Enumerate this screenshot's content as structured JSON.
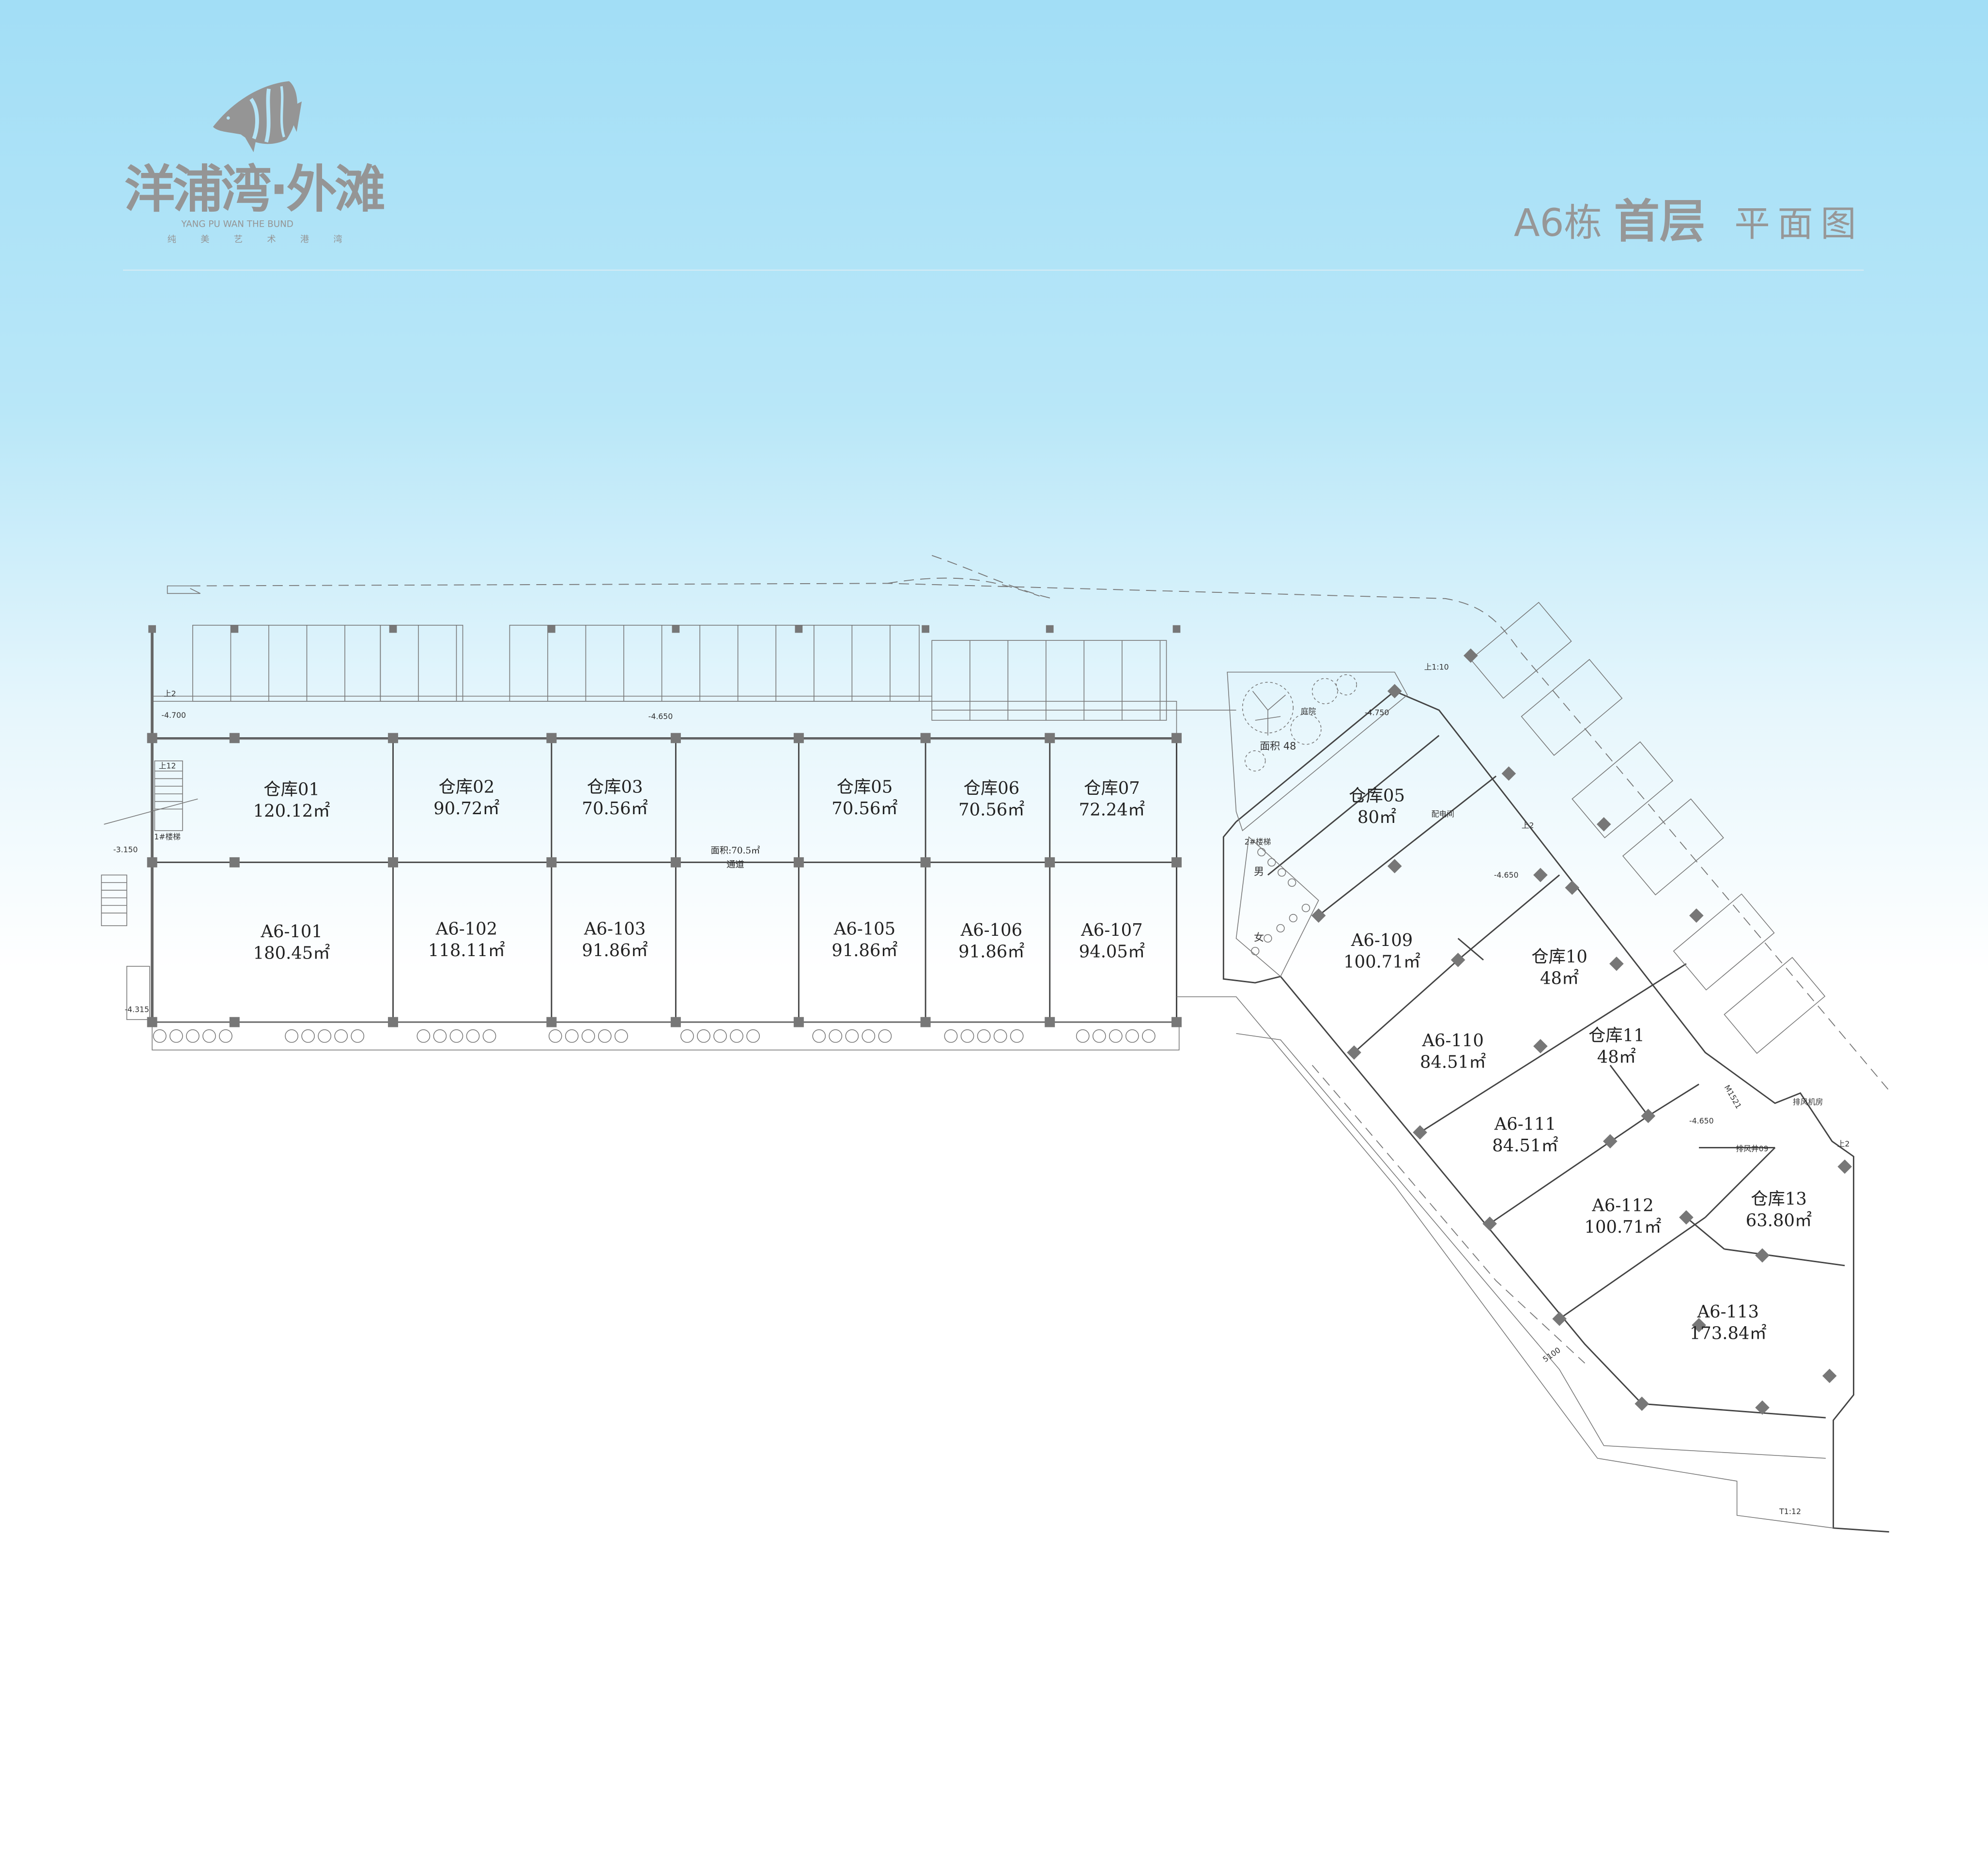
{
  "brand": {
    "name": "洋浦湾·外滩",
    "english": "YANG PU WAN THE BUND",
    "slogan": "纯 美 艺 术 港 湾",
    "logo_icon": "angelfish-logo",
    "color": "#959595"
  },
  "title": {
    "prefix": "A6栋",
    "bold": "首层",
    "suffix": "平面图"
  },
  "colors": {
    "sky_top": "#a2def6",
    "walls": "#444444",
    "columns": "#777777"
  },
  "rooms_west": [
    {
      "name": "仓库01",
      "area": "120.12㎡"
    },
    {
      "name": "仓库02",
      "area": "90.72㎡"
    },
    {
      "name": "仓库03",
      "area": "70.56㎡"
    },
    {
      "name": "仓库05",
      "area": "70.56㎡"
    },
    {
      "name": "仓库06",
      "area": "70.56㎡"
    },
    {
      "name": "仓库07",
      "area": "72.24㎡"
    },
    {
      "name": "A6-101",
      "area": "180.45㎡"
    },
    {
      "name": "A6-102",
      "area": "118.11㎡"
    },
    {
      "name": "A6-103",
      "area": "91.86㎡"
    },
    {
      "name": "A6-105",
      "area": "91.86㎡"
    },
    {
      "name": "A6-106",
      "area": "91.86㎡"
    },
    {
      "name": "A6-107",
      "area": "94.05㎡"
    }
  ],
  "corridor": {
    "area": "面积:70.5㎡",
    "name": "通道"
  },
  "rooms_east": [
    {
      "name": "仓库05",
      "area": "80㎡"
    },
    {
      "name": "A6-109",
      "area": "100.71㎡"
    },
    {
      "name": "仓库10",
      "area": "48㎡"
    },
    {
      "name": "A6-110",
      "area": "84.51㎡"
    },
    {
      "name": "仓库11",
      "area": "48㎡"
    },
    {
      "name": "A6-111",
      "area": "84.51㎡"
    },
    {
      "name": "A6-112",
      "area": "100.71㎡"
    },
    {
      "name": "仓库13",
      "area": "63.80㎡"
    },
    {
      "name": "A6-113",
      "area": "173.84㎡"
    }
  ],
  "annotations": {
    "stair1": "1#楼梯",
    "stair2": "2#楼梯",
    "power_room": "配电间",
    "exhaust_room": "排风机房",
    "exhaust_shaft": "排风井09",
    "courtyard": "庭院",
    "courtyard_area": "面积  48",
    "male": "男",
    "female": "女",
    "door_code": "M1521",
    "dimension": "5100",
    "ramp_top": "上1:10",
    "ramp_bottom": "T1:12",
    "up12": "上12",
    "up2": "上2",
    "elev_4700": "-4.700",
    "elev_3150": "-3.150",
    "elev_4315": "-4.315",
    "elev_4650": "-4.650",
    "elev_4750": "-4.750"
  }
}
